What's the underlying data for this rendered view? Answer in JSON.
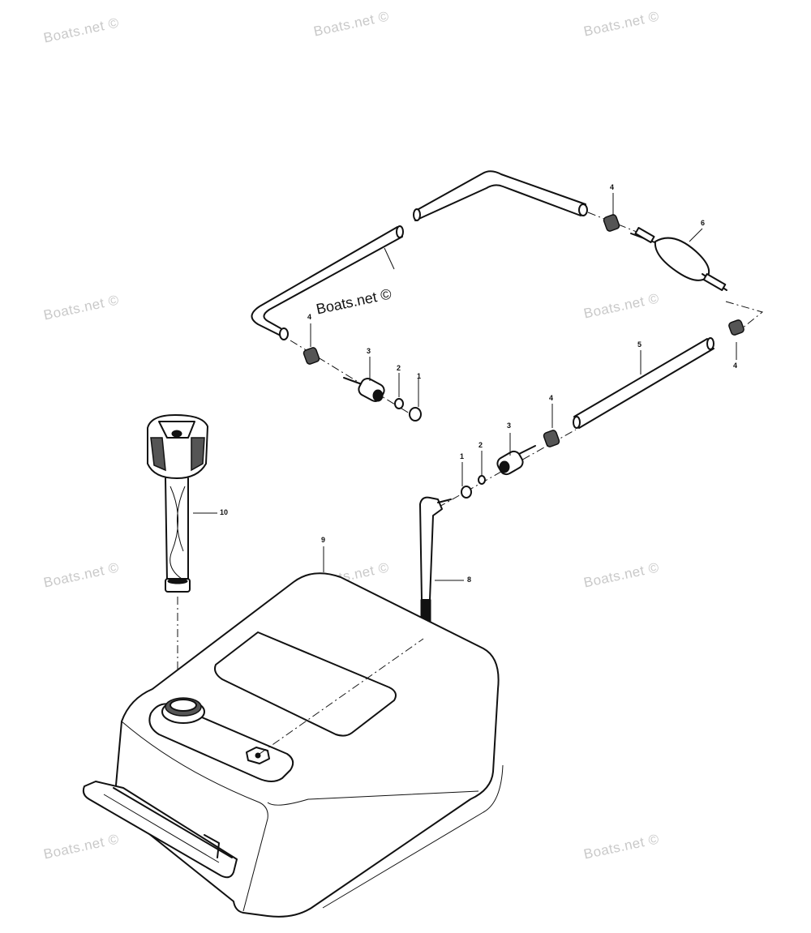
{
  "watermark": "Boats.net ©",
  "label_near_hose": "Boats.net ©",
  "callouts": {
    "c1a": "1",
    "c2a": "2",
    "c3a": "3",
    "c4a": "4",
    "c4b": "4",
    "c6": "6",
    "c4c": "4",
    "c5": "5",
    "c4d": "4",
    "c3b": "3",
    "c2b": "2",
    "c1b": "1",
    "c10": "10",
    "c9": "9",
    "c8": "8"
  }
}
